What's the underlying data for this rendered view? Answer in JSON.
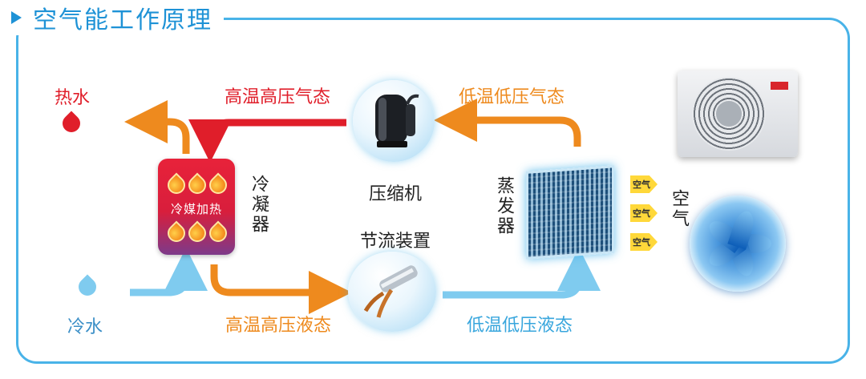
{
  "title": "空气能工作原理",
  "colors": {
    "accent_blue": "#1e92d6",
    "frame_blue": "#49b3e8",
    "red": "#e01e2a",
    "orange": "#ee8a1e",
    "light_blue": "#7fcbef"
  },
  "labels": {
    "hot_water": "热水",
    "cold_water": "冷水",
    "hthp_gas": "高温高压气态",
    "ltlp_gas": "低温低压气态",
    "hthp_liquid": "高温高压液态",
    "ltlp_liquid": "低温低压液态",
    "compressor": "压缩机",
    "throttle": "节流装置",
    "condenser": "冷凝器",
    "condenser_inner": "冷媒加热",
    "evaporator": "蒸发器",
    "air": "空气",
    "air_badge": "空气"
  },
  "icons": {
    "hot_drop": "red-water-drop-icon",
    "cold_drop": "blue-water-drop-icon",
    "compressor": "compressor-icon",
    "throttle": "throttle-valve-icon",
    "evaporator": "evaporator-coil-icon",
    "unit": "heat-pump-unit-icon",
    "fan": "fan-icon"
  }
}
